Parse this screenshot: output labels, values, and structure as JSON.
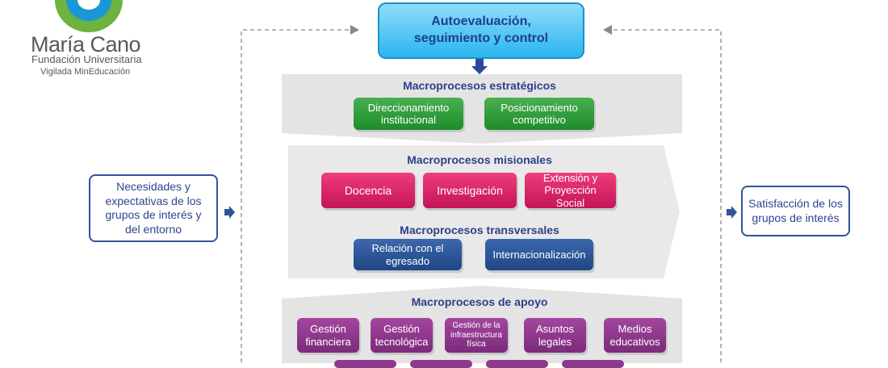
{
  "logo": {
    "name": "María Cano",
    "subtitle": "Fundación Universitaria",
    "tagline": "Vigilada MinEducación"
  },
  "top_box": "Autoevaluación, seguimiento y control",
  "left_box": "Necesidades y expectativas de los grupos de interés y del entorno",
  "right_box": "Satisfacción de los grupos de interés",
  "estrategicos": {
    "title": "Macroprocesos estratégicos",
    "items": [
      "Direccionamiento institucional",
      "Posicionamiento competitivo"
    ]
  },
  "misionales": {
    "title": "Macroprocesos misionales",
    "items": [
      "Docencia",
      "Investigación",
      "Extensión y Proyección Social"
    ]
  },
  "transversales": {
    "title": "Macroprocesos transversales",
    "items": [
      "Relación con el egresado",
      "Internacionalización"
    ]
  },
  "apoyo": {
    "title": "Macroprocesos de apoyo",
    "items": [
      "Gestión financiera",
      "Gestión tecnológica",
      "Gestión de la infraestructura física",
      "Asuntos legales",
      "Medios educativos"
    ]
  },
  "colors": {
    "green": "#2a9a38",
    "pink": "#d81b60",
    "navy": "#2b5397",
    "purple": "#8e3a8c",
    "cyan": "#2ab6ee",
    "title_blue": "#2d3f8c"
  }
}
